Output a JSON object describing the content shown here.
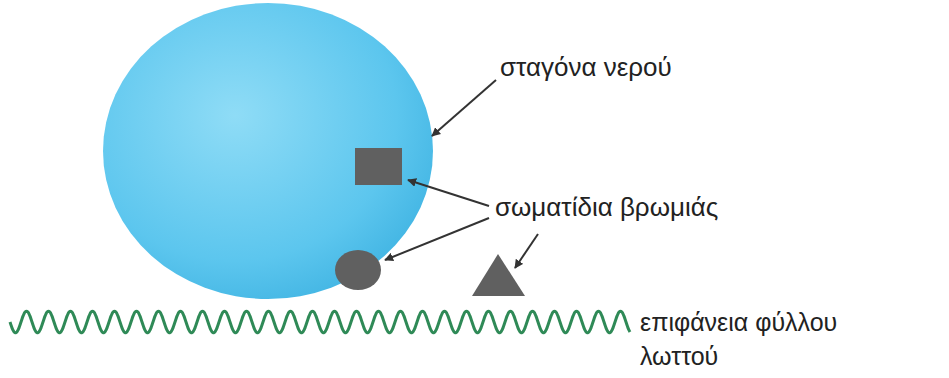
{
  "diagram": {
    "labels": [
      "σταγόνα νερού",
      "σωματίδια βρωμιάς",
      "επιφάνεια φύλλου λωττού"
    ]
  }
}
